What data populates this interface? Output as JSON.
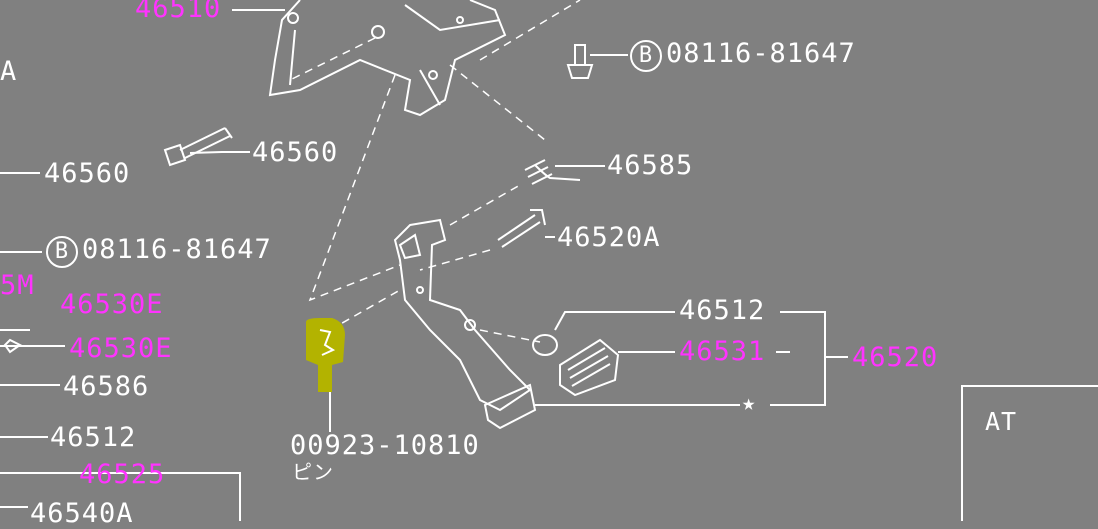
{
  "colors": {
    "background": "#808080",
    "line": "#ffffff",
    "highlight_label": "#ff33ff",
    "selection": "#b3b300"
  },
  "labels": {
    "p46510": "46510",
    "p46560_a": "46560",
    "p46560_b": "46560",
    "p46585": "46585",
    "p46520A": "46520A",
    "p46512_a": "46512",
    "p46512_b": "46512",
    "p46531": "46531",
    "p46520": "46520",
    "p46530E_a": "46530E",
    "p46530E_b": "46530E",
    "p46586": "46586",
    "p46525": "46525",
    "p46540A": "46540A",
    "p5M": "5M",
    "pA": "A",
    "pin_number": "00923-10810",
    "pin_jp": "ピン",
    "at_box": "AT",
    "star": "★"
  },
  "bolt_refs": {
    "top": {
      "circle": "B",
      "number": "08116-81647"
    },
    "left": {
      "circle": "B",
      "number": "08116-81647"
    }
  }
}
